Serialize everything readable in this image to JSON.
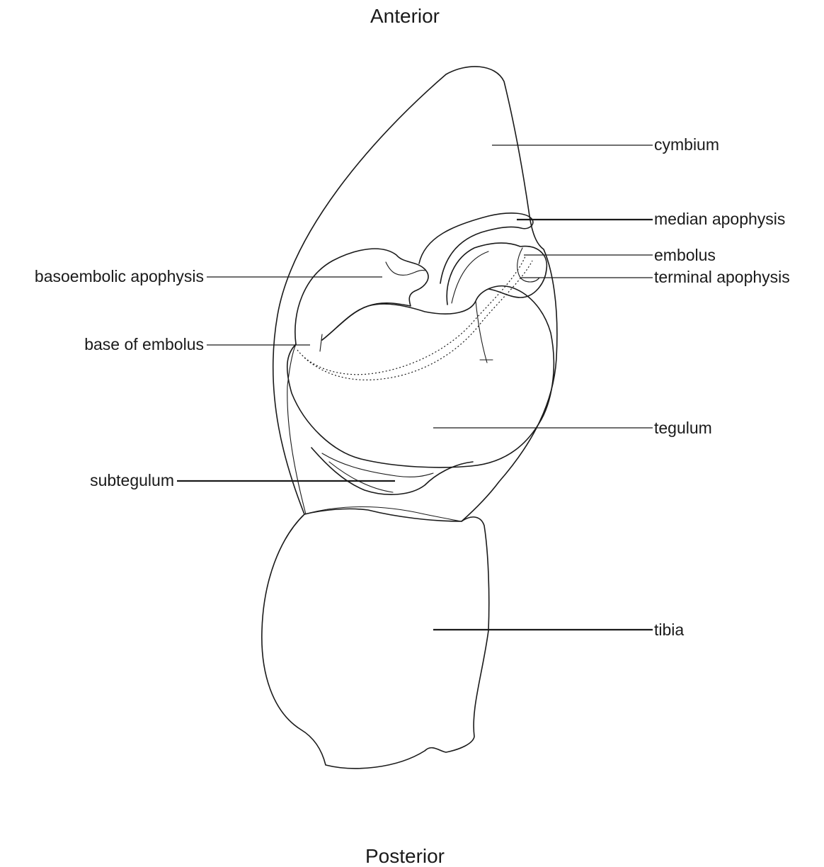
{
  "orientation": {
    "top": "Anterior",
    "bottom": "Posterior"
  },
  "labels": {
    "cymbium": "cymbium",
    "median_apophysis": "median apophysis",
    "embolus": "embolus",
    "terminal_apophysis": "terminal apophysis",
    "basoembolic_apophysis": "basoembolic apophysis",
    "base_of_embolus": "base of embolus",
    "tegulum": "tegulum",
    "subtegulum": "subtegulum",
    "tibia": "tibia"
  },
  "colors": {
    "line": "#1a1a1a",
    "background": "#ffffff"
  }
}
